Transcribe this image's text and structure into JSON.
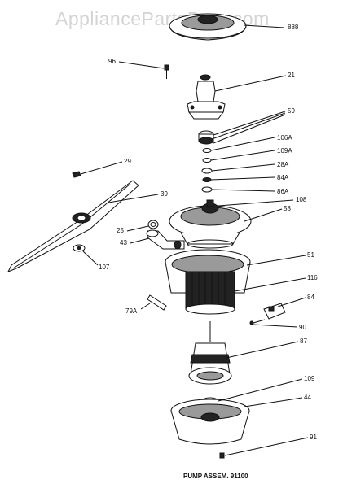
{
  "watermark": "AppliancePartsPros.com",
  "caption": "PUMP ASSEM. 91100",
  "parts": [
    {
      "label": "888"
    },
    {
      "label": "96"
    },
    {
      "label": "21"
    },
    {
      "label": "59"
    },
    {
      "label": "106A"
    },
    {
      "label": "109A"
    },
    {
      "label": "28A"
    },
    {
      "label": "84A"
    },
    {
      "label": "29"
    },
    {
      "label": "39"
    },
    {
      "label": "86A"
    },
    {
      "label": "108"
    },
    {
      "label": "58"
    },
    {
      "label": "25"
    },
    {
      "label": "43"
    },
    {
      "label": "107"
    },
    {
      "label": "51"
    },
    {
      "label": "116"
    },
    {
      "label": "79A"
    },
    {
      "label": "84"
    },
    {
      "label": "90"
    },
    {
      "label": "87"
    },
    {
      "label": "109"
    },
    {
      "label": "44"
    },
    {
      "label": "91"
    }
  ]
}
